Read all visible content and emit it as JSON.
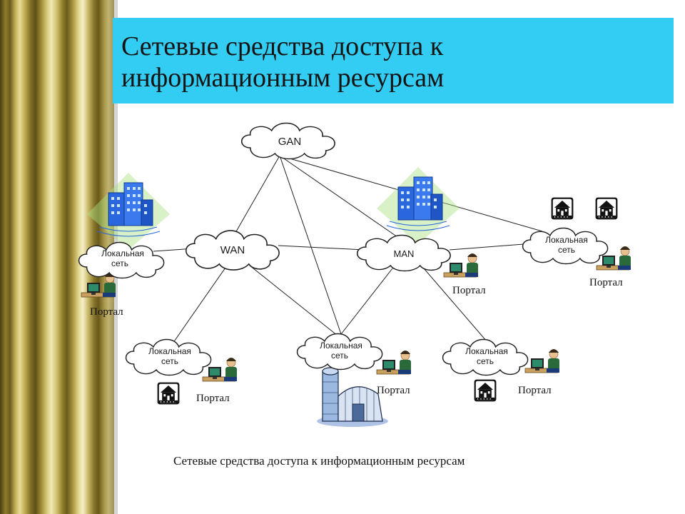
{
  "title": {
    "line1": "Сетевые средства доступа к",
    "line2": "информационным ресурсам"
  },
  "nodes": {
    "gan": "GAN",
    "wan": "WAN",
    "man": "MAN",
    "lan_left": [
      "Локальная",
      "сеть"
    ],
    "lan_right": [
      "Локальная",
      "сеть"
    ],
    "lan_bottom_left": [
      "Локальная",
      "сеть"
    ],
    "lan_bottom_center": [
      "Локальная",
      "сеть"
    ],
    "lan_bottom_right": [
      "Локальная",
      "сеть"
    ]
  },
  "portals": {
    "left": "Портал",
    "man": "Портал",
    "right": "Портал",
    "bottom_left": "Портал",
    "bottom_center": "Портал",
    "bottom_right": "Портал"
  },
  "caption": "Сетевые средства доступа к информационным ресурсам",
  "colors": {
    "title_background": "#33ccf2",
    "building_blue": "#2255cc",
    "lines": "#222222"
  }
}
